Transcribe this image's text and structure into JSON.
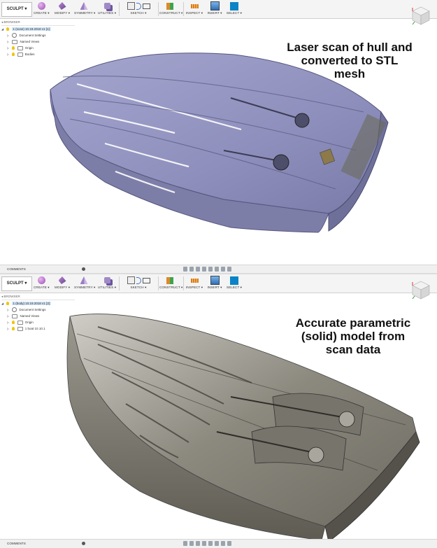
{
  "toolbar": {
    "workspace": "SCULPT ▾",
    "groups": [
      {
        "label": "CREATE ▾"
      },
      {
        "label": "MODIFY ▾"
      },
      {
        "label": "SYMMETRY ▾"
      },
      {
        "label": "UTILITIES ▾"
      },
      {
        "label": "SKETCH ▾"
      },
      {
        "label": "CONSTRUCT ▾"
      },
      {
        "label": "INSPECT ▾"
      },
      {
        "label": "INSERT ▾"
      },
      {
        "label": "SELECT ▾"
      }
    ]
  },
  "panel1": {
    "browser": {
      "header": "◂ BROWSER",
      "document": "1 (scan) 10.19.2018 v1 [1]",
      "items": [
        "Document Settings",
        "Named Views",
        "Origin",
        "Bodies"
      ]
    },
    "caption": [
      "Laser scan of hull and",
      "converted to STL",
      "mesh"
    ],
    "comments": "COMMENTS"
  },
  "panel2": {
    "browser": {
      "header": "◂ BROWSER",
      "document": "1 (body) 10.19.2018 v1 [2]",
      "items": [
        "Document Settings",
        "Named Views",
        "Origin",
        "1 boat 10.10.1"
      ]
    },
    "caption": [
      "Accurate parametric",
      "(solid) model from",
      "scan data"
    ],
    "comments": "COMMENTS"
  },
  "colors": {
    "mesh": "#8f90bd",
    "solid": "#7e7b72",
    "accent": "#0a84c6"
  }
}
